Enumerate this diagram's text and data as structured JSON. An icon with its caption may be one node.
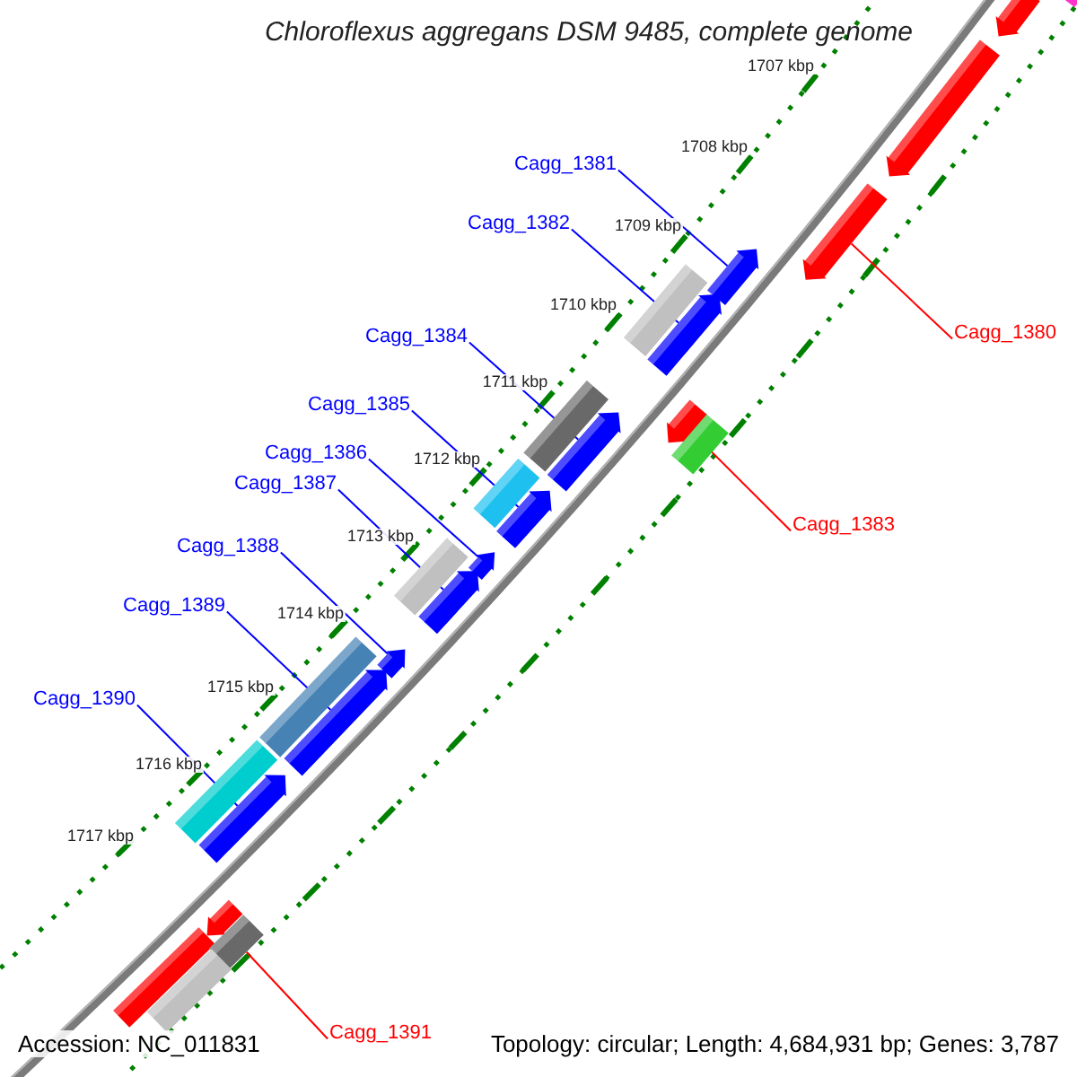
{
  "diagram": {
    "title": "Chloroflexus aggregans DSM 9485, complete genome",
    "nodes": [
      {
        "text": [
          "Cagg_1381"
        ]
      },
      {
        "text": [
          "Cagg_1382"
        ]
      },
      {
        "text": [
          "Cagg_1380"
        ]
      },
      {
        "text": [
          "Cagg_1384"
        ]
      },
      {
        "text": [
          "Cagg_1385"
        ]
      },
      {
        "text": [
          "Cagg_1386"
        ]
      },
      {
        "text": [
          "Cagg_1387"
        ]
      },
      {
        "text": [
          "Cagg_1383"
        ]
      },
      {
        "text": [
          "Cagg_1388"
        ]
      },
      {
        "text": [
          "Cagg_1389"
        ]
      },
      {
        "text": [
          "Cagg_1390"
        ]
      },
      {
        "text": [
          "Cagg_1391"
        ]
      },
      {
        "text": [],
        "shape": "arrow"
      },
      {
        "text": [],
        "shape": "arrow"
      },
      {
        "text": [],
        "shape": "arrow"
      },
      {
        "text": [],
        "shape": "arrow"
      },
      {
        "text": [],
        "shape": "arrow"
      },
      {
        "text": [],
        "shape": "arrow"
      },
      {
        "text": [],
        "shape": "arrow"
      },
      {
        "text": [],
        "shape": "arrow"
      },
      {
        "text": [],
        "shape": "arrow"
      },
      {
        "text": [],
        "shape": "arrow"
      },
      {
        "text": [],
        "shape": "arrow"
      },
      {
        "text": [],
        "shape": "arrow"
      },
      {
        "text": [],
        "shape": "box"
      },
      {
        "text": [],
        "shape": "box"
      },
      {
        "text": [],
        "shape": "box"
      },
      {
        "text": [],
        "shape": "box"
      },
      {
        "text": [],
        "shape": "box"
      },
      {
        "text": [],
        "shape": "box"
      },
      {
        "text": [],
        "shape": "arrow"
      },
      {
        "text": [],
        "shape": "arrow"
      },
      {
        "text": [],
        "shape": "box"
      },
      {
        "text": [],
        "shape": "box"
      },
      {
        "text": [],
        "shape": "box"
      },
      {
        "text": [],
        "shape": "box"
      },
      {
        "text": [],
        "shape": "box"
      }
    ],
    "edges": [
      {
        "from": 0,
        "to": 12,
        "arrow": "none"
      },
      {
        "from": 1,
        "to": 13,
        "arrow": "none"
      },
      {
        "from": 2,
        "to": 14,
        "arrow": "none",
        "color": "#ff0000"
      },
      {
        "from": 3,
        "to": 15,
        "arrow": "none"
      },
      {
        "from": 4,
        "to": 16,
        "arrow": "none"
      },
      {
        "from": 5,
        "to": 17,
        "arrow": "none"
      },
      {
        "from": 6,
        "to": 18,
        "arrow": "none"
      },
      {
        "from": 7,
        "to": 19,
        "arrow": "none",
        "color": "#ff0000"
      },
      {
        "from": 8,
        "to": 20,
        "arrow": "none"
      },
      {
        "from": 9,
        "to": 21,
        "arrow": "none"
      },
      {
        "from": 10,
        "to": 22,
        "arrow": "none"
      },
      {
        "from": 11,
        "to": 34,
        "arrow": "none",
        "color": "#ff0000"
      }
    ],
    "labels": [
      "1707 kbp",
      "1708 kbp",
      "1709 kbp",
      "1710 kbp",
      "1711 kbp",
      "1712 kbp",
      "1713 kbp",
      "1714 kbp",
      "1715 kbp",
      "1716 kbp",
      "1717 kbp",
      "Accession: NC_011831",
      "Topology: circular; Length: 4,684,931 bp; Genes: 3,787"
    ]
  }
}
